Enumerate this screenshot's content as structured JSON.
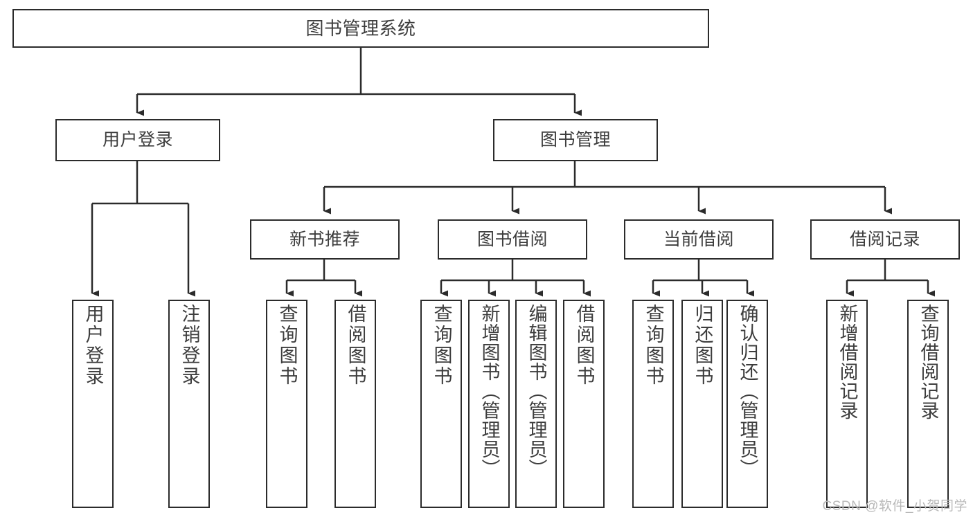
{
  "diagram": {
    "title": "图书管理系统",
    "watermark": "CSDN @软件_小贺同学",
    "line_color": "#2b2b2b",
    "text_color": "#3d3d3d",
    "background": "#ffffff",
    "root": {
      "label": "图书管理系统"
    },
    "branches": [
      {
        "label": "用户登录"
      },
      {
        "label": "图书管理"
      }
    ],
    "subbranches": [
      {
        "label": "新书推荐"
      },
      {
        "label": "图书借阅"
      },
      {
        "label": "当前借阅"
      },
      {
        "label": "借阅记录"
      }
    ],
    "leaves": {
      "user_login": [
        {
          "label": "用户登录"
        },
        {
          "label": "注销登录"
        }
      ],
      "new_book": [
        {
          "label": "查询图书"
        },
        {
          "label": "借阅图书"
        }
      ],
      "borrow": [
        {
          "label": "查询图书"
        },
        {
          "label": "新增图书（管理员）"
        },
        {
          "label": "编辑图书（管理员）"
        },
        {
          "label": "借阅图书"
        }
      ],
      "current": [
        {
          "label": "查询图书"
        },
        {
          "label": "归还图书"
        },
        {
          "label": "确认归还（管理员）"
        }
      ],
      "records": [
        {
          "label": "新增借阅记录"
        },
        {
          "label": "查询借阅记录"
        }
      ]
    }
  }
}
